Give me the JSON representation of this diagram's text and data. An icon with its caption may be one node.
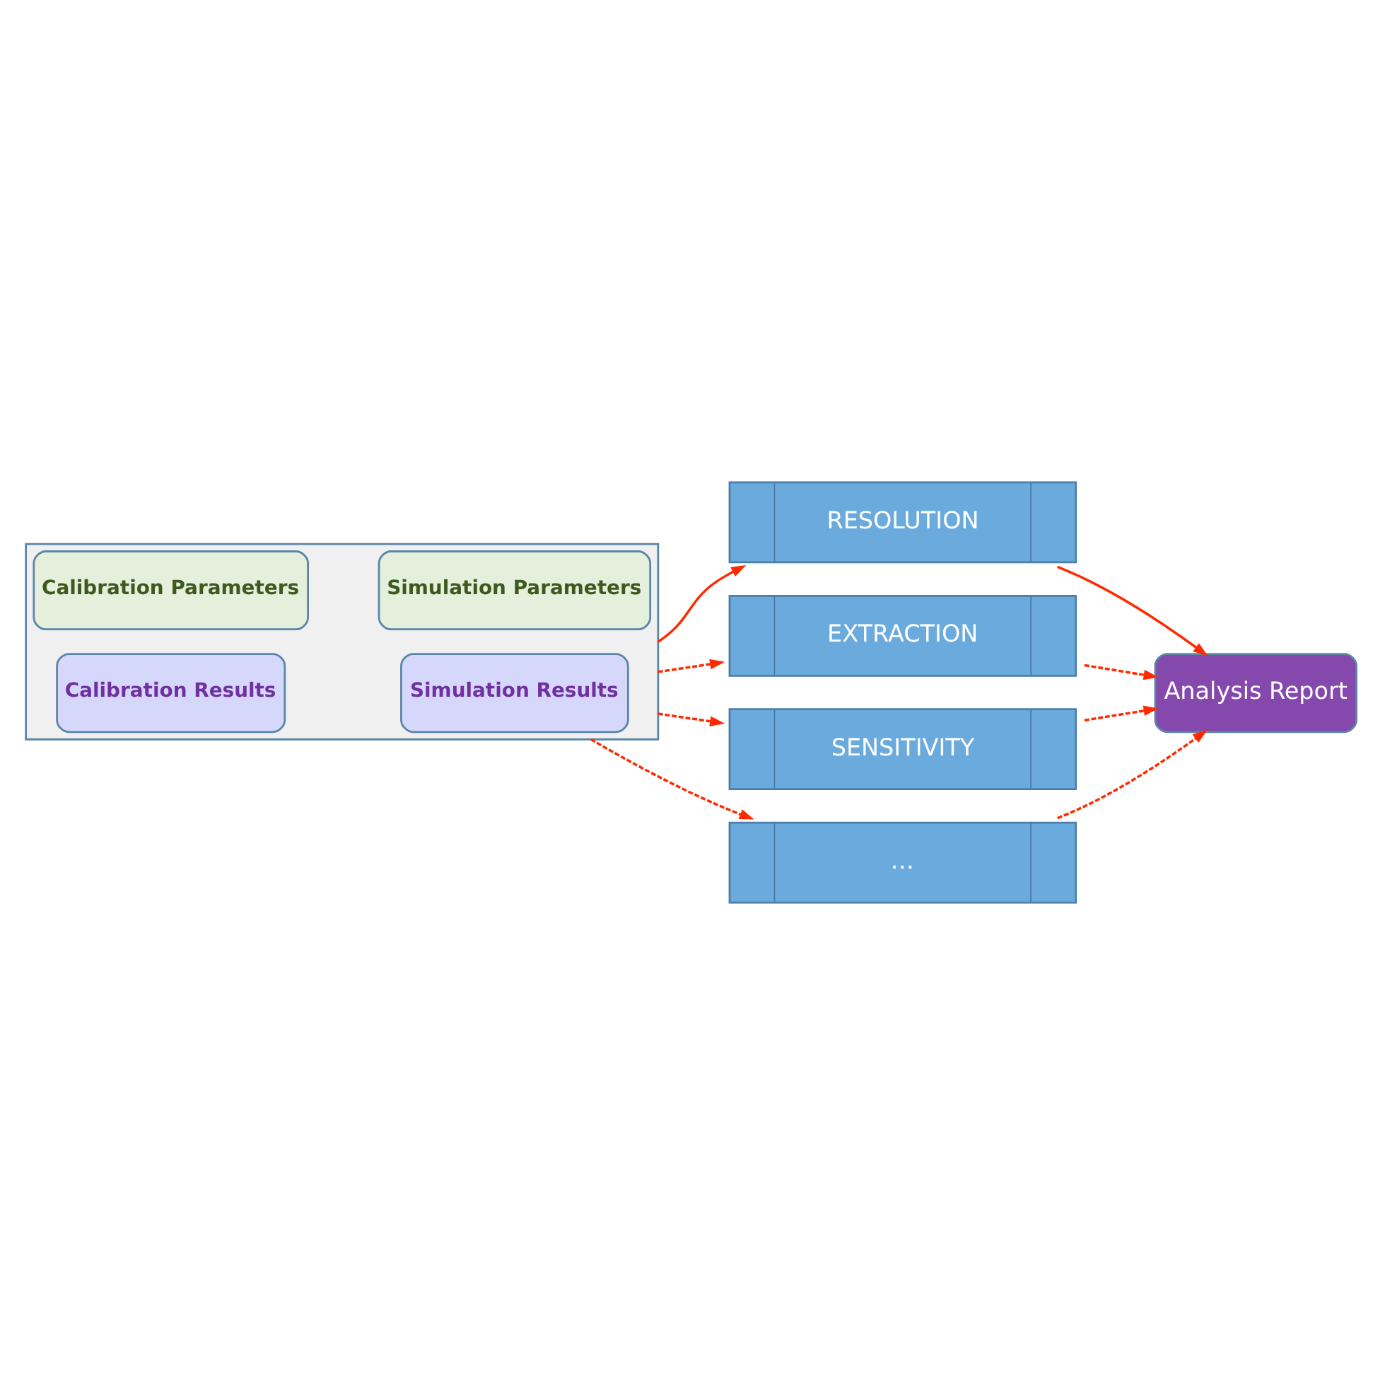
{
  "diagram": {
    "nodes": [
      {
        "text": [],
        "shape": "box"
      },
      {
        "text": [
          "Calibration Parameters"
        ],
        "in": 0
      },
      {
        "text": [
          "Simulation Parameters"
        ],
        "in": 0
      },
      {
        "text": [
          "Calibration Results"
        ],
        "in": 0
      },
      {
        "text": [
          "Simulation Results"
        ],
        "in": 0
      },
      {
        "text": [
          "RESOLUTION"
        ]
      },
      {
        "text": [
          "EXTRACTION"
        ]
      },
      {
        "text": [
          "SENSITIVITY"
        ]
      },
      {
        "text": [
          "…"
        ]
      },
      {
        "text": [
          "Analysis Report"
        ]
      }
    ],
    "edges": [
      {
        "from": 0,
        "to": 5,
        "arrow": "to"
      },
      {
        "from": 0,
        "to": 6,
        "arrow": "to",
        "style": "dashed"
      },
      {
        "from": 0,
        "to": 7,
        "arrow": "to",
        "style": "dashed"
      },
      {
        "from": 0,
        "to": 8,
        "arrow": "to",
        "style": "dashed"
      },
      {
        "from": 5,
        "to": 9,
        "arrow": "to"
      },
      {
        "from": 6,
        "to": 9,
        "arrow": "to",
        "style": "dashed"
      },
      {
        "from": 7,
        "to": 9,
        "arrow": "to",
        "style": "dashed"
      },
      {
        "from": 8,
        "to": 9,
        "arrow": "to",
        "style": "dashed"
      }
    ]
  }
}
